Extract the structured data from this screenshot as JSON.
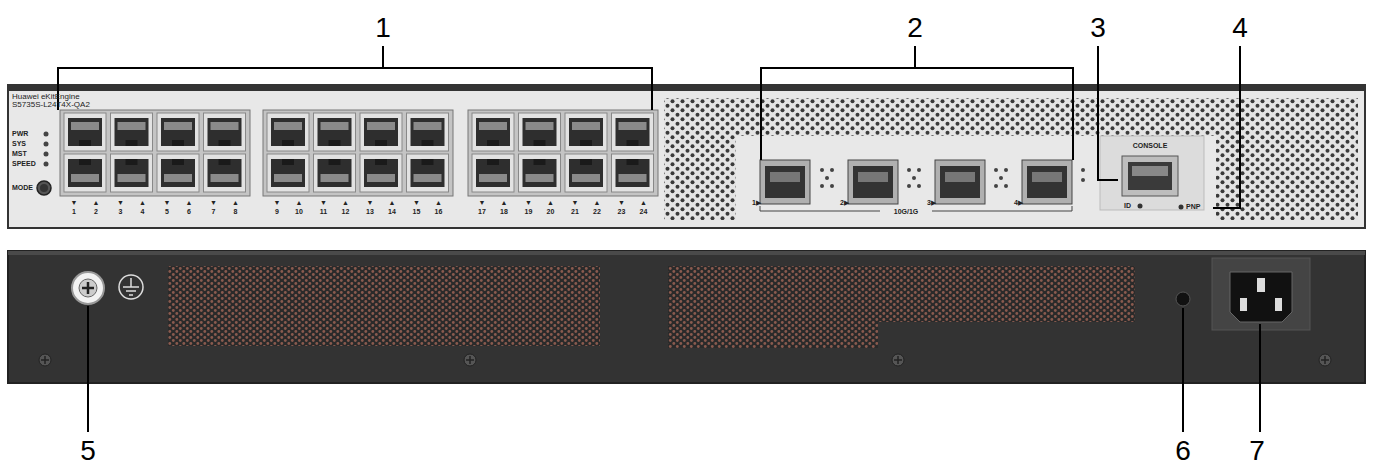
{
  "diagram": {
    "labels": [
      "1",
      "2",
      "3",
      "4",
      "Huawei eKitEngine",
      "S5735S-L24T4X-QA2",
      "PWR",
      "SYS",
      "MST",
      "SPEED",
      "MODE",
      "▼",
      "1",
      "▲",
      "2",
      "▼",
      "3",
      "▲",
      "4",
      "▼",
      "5",
      "▲",
      "6",
      "▼",
      "7",
      "▲",
      "8",
      "▼",
      "9",
      "▲",
      "10",
      "▼",
      "11",
      "▲",
      "12",
      "▼",
      "13",
      "▲",
      "14",
      "▼",
      "15",
      "▲",
      "16",
      "▼",
      "17",
      "▲",
      "18",
      "▼",
      "19",
      "▲",
      "20",
      "▼",
      "21",
      "▲",
      "22",
      "▼",
      "23",
      "▲",
      "24",
      "1▶",
      "2▶",
      "3▶",
      "4▶",
      "10G/1G",
      "CONSOLE",
      "ID",
      "PNP",
      "5",
      "6",
      "7"
    ]
  }
}
